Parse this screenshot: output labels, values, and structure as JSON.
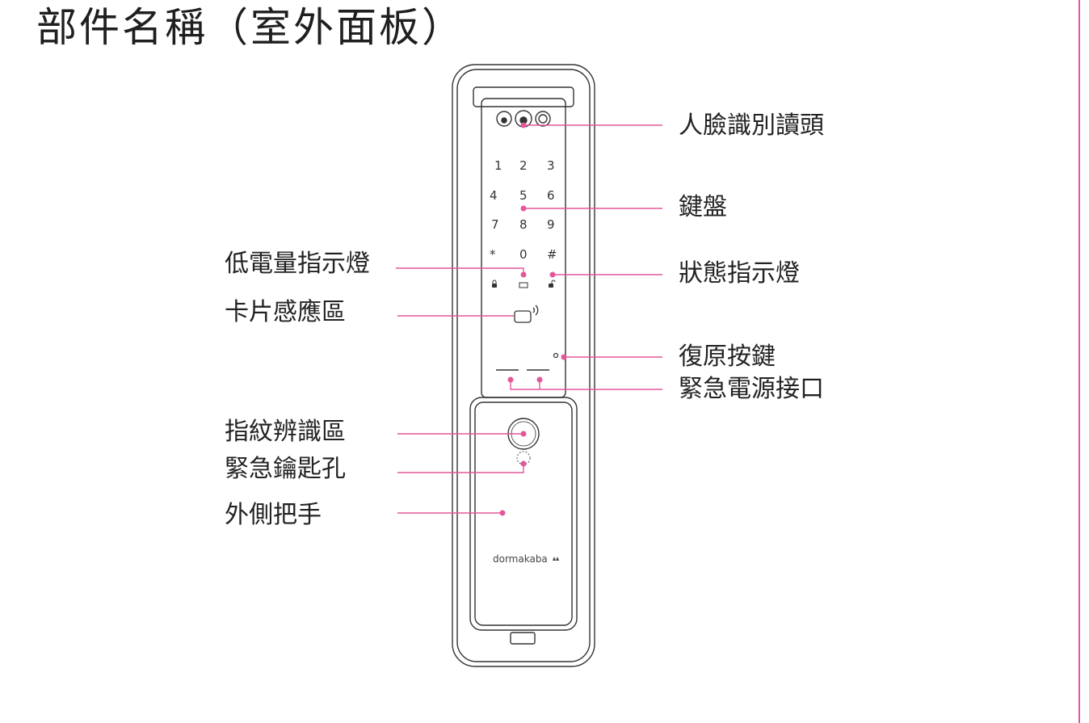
{
  "title": "部件名稱（室外面板）",
  "labels": {
    "face_reader": "人臉識別讀頭",
    "keypad": "鍵盤",
    "low_battery": "低電量指示燈",
    "status_indicator": "狀態指示燈",
    "card_area": "卡片感應區",
    "reset_button": "復原按鍵",
    "emergency_power": "緊急電源接口",
    "fingerprint_area": "指紋辨識區",
    "key_hole": "緊急鑰匙孔",
    "outer_handle": "外側把手"
  },
  "keypad_keys": [
    "1",
    "2",
    "3",
    "4",
    "5",
    "6",
    "7",
    "8",
    "9",
    "*",
    "0",
    "#"
  ],
  "brand": "dormakaba",
  "colors": {
    "accent": "#e3579a",
    "line": "#333333"
  }
}
